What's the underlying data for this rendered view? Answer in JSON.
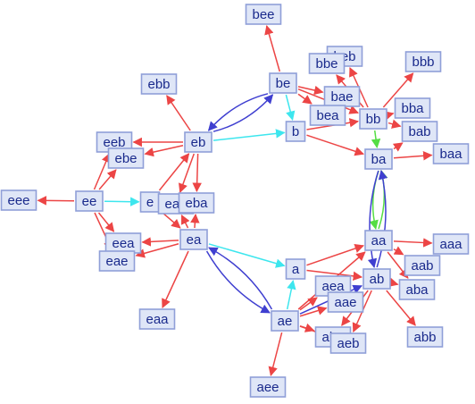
{
  "colors": {
    "red": "#ec4545",
    "blue": "#3f3fd0",
    "cyan": "#3de6ee",
    "green": "#55dd44",
    "node_fill": "#dfe6f7",
    "node_stroke": "#8f9fd8",
    "text": "#1a2a8c"
  },
  "nodes": [
    {
      "id": "bee",
      "label": "bee"
    },
    {
      "id": "beb",
      "label": "beb"
    },
    {
      "id": "bbe",
      "label": "bbe"
    },
    {
      "id": "bbb",
      "label": "bbb"
    },
    {
      "id": "ebb",
      "label": "ebb"
    },
    {
      "id": "be",
      "label": "be"
    },
    {
      "id": "bae",
      "label": "bae"
    },
    {
      "id": "bea",
      "label": "bea"
    },
    {
      "id": "bb",
      "label": "bb"
    },
    {
      "id": "bba",
      "label": "bba"
    },
    {
      "id": "b",
      "label": "b"
    },
    {
      "id": "bab",
      "label": "bab"
    },
    {
      "id": "eb",
      "label": "eb"
    },
    {
      "id": "eeb",
      "label": "eeb"
    },
    {
      "id": "ebe",
      "label": "ebe"
    },
    {
      "id": "ba",
      "label": "ba"
    },
    {
      "id": "baa",
      "label": "baa"
    },
    {
      "id": "eee",
      "label": "eee"
    },
    {
      "id": "ee",
      "label": "ee"
    },
    {
      "id": "e",
      "label": "e"
    },
    {
      "id": "eab",
      "label": "eab"
    },
    {
      "id": "eba",
      "label": "eba"
    },
    {
      "id": "eea",
      "label": "eea"
    },
    {
      "id": "eae",
      "label": "eae"
    },
    {
      "id": "ea",
      "label": "ea"
    },
    {
      "id": "aa",
      "label": "aa"
    },
    {
      "id": "aaa",
      "label": "aaa"
    },
    {
      "id": "a",
      "label": "a"
    },
    {
      "id": "aab",
      "label": "aab"
    },
    {
      "id": "aea",
      "label": "aea"
    },
    {
      "id": "ab",
      "label": "ab"
    },
    {
      "id": "aba",
      "label": "aba"
    },
    {
      "id": "aae",
      "label": "aae"
    },
    {
      "id": "ae",
      "label": "ae"
    },
    {
      "id": "eaa",
      "label": "eaa"
    },
    {
      "id": "abe",
      "label": "abe"
    },
    {
      "id": "aeb",
      "label": "aeb"
    },
    {
      "id": "abb",
      "label": "abb"
    },
    {
      "id": "aee",
      "label": "aee"
    }
  ],
  "edges": [
    {
      "from": "be",
      "to": "bee",
      "color": "red"
    },
    {
      "from": "be",
      "to": "bae",
      "color": "red"
    },
    {
      "from": "be",
      "to": "bea",
      "color": "red"
    },
    {
      "from": "be",
      "to": "bb",
      "color": "red"
    },
    {
      "from": "be",
      "to": "eb",
      "color": "blue"
    },
    {
      "from": "be",
      "to": "b",
      "color": "cyan"
    },
    {
      "from": "b",
      "to": "bb",
      "color": "red"
    },
    {
      "from": "b",
      "to": "ba",
      "color": "red"
    },
    {
      "from": "bb",
      "to": "bbe",
      "color": "red"
    },
    {
      "from": "bb",
      "to": "beb",
      "color": "red"
    },
    {
      "from": "bb",
      "to": "bbb",
      "color": "red"
    },
    {
      "from": "bb",
      "to": "bba",
      "color": "red"
    },
    {
      "from": "bb",
      "to": "bab",
      "color": "red"
    },
    {
      "from": "bb",
      "to": "ba",
      "color": "green"
    },
    {
      "from": "ba",
      "to": "baa",
      "color": "red"
    },
    {
      "from": "ba",
      "to": "bab",
      "color": "red"
    },
    {
      "from": "ba",
      "to": "aa",
      "color": "green"
    },
    {
      "from": "ba",
      "to": "ab",
      "color": "blue"
    },
    {
      "from": "eb",
      "to": "ebb",
      "color": "red"
    },
    {
      "from": "eb",
      "to": "eeb",
      "color": "red"
    },
    {
      "from": "eb",
      "to": "ebe",
      "color": "red"
    },
    {
      "from": "eb",
      "to": "be",
      "color": "blue"
    },
    {
      "from": "eb",
      "to": "b",
      "color": "cyan"
    },
    {
      "from": "eb",
      "to": "eab",
      "color": "red"
    },
    {
      "from": "eb",
      "to": "eba",
      "color": "red"
    },
    {
      "from": "ee",
      "to": "eee",
      "color": "red"
    },
    {
      "from": "ee",
      "to": "eeb",
      "color": "red"
    },
    {
      "from": "ee",
      "to": "ebe",
      "color": "red"
    },
    {
      "from": "ee",
      "to": "eea",
      "color": "red"
    },
    {
      "from": "ee",
      "to": "eae",
      "color": "red"
    },
    {
      "from": "ee",
      "to": "e",
      "color": "cyan"
    },
    {
      "from": "e",
      "to": "eb",
      "color": "red"
    },
    {
      "from": "e",
      "to": "ea",
      "color": "red"
    },
    {
      "from": "ea",
      "to": "eea",
      "color": "red"
    },
    {
      "from": "ea",
      "to": "eae",
      "color": "red"
    },
    {
      "from": "ea",
      "to": "eaa",
      "color": "red"
    },
    {
      "from": "ea",
      "to": "eab",
      "color": "red"
    },
    {
      "from": "ea",
      "to": "eba",
      "color": "red"
    },
    {
      "from": "ea",
      "to": "a",
      "color": "cyan"
    },
    {
      "from": "ea",
      "to": "ae",
      "color": "blue"
    },
    {
      "from": "ae",
      "to": "ea",
      "color": "blue"
    },
    {
      "from": "ae",
      "to": "aee",
      "color": "red"
    },
    {
      "from": "ae",
      "to": "abe",
      "color": "red"
    },
    {
      "from": "ae",
      "to": "aeb",
      "color": "red"
    },
    {
      "from": "ae",
      "to": "aae",
      "color": "red"
    },
    {
      "from": "ae",
      "to": "aea",
      "color": "red"
    },
    {
      "from": "ae",
      "to": "aa",
      "color": "red"
    },
    {
      "from": "ae",
      "to": "ab",
      "color": "blue"
    },
    {
      "from": "ae",
      "to": "a",
      "color": "cyan"
    },
    {
      "from": "a",
      "to": "aa",
      "color": "red"
    },
    {
      "from": "a",
      "to": "ab",
      "color": "red"
    },
    {
      "from": "aa",
      "to": "aaa",
      "color": "red"
    },
    {
      "from": "aa",
      "to": "aab",
      "color": "red"
    },
    {
      "from": "aa",
      "to": "aba",
      "color": "red"
    },
    {
      "from": "aa",
      "to": "ba",
      "color": "green"
    },
    {
      "from": "ab",
      "to": "aba",
      "color": "red"
    },
    {
      "from": "ab",
      "to": "abb",
      "color": "red"
    },
    {
      "from": "ab",
      "to": "aeb",
      "color": "red"
    },
    {
      "from": "ab",
      "to": "abe",
      "color": "red"
    },
    {
      "from": "ab",
      "to": "ba",
      "color": "blue"
    }
  ]
}
